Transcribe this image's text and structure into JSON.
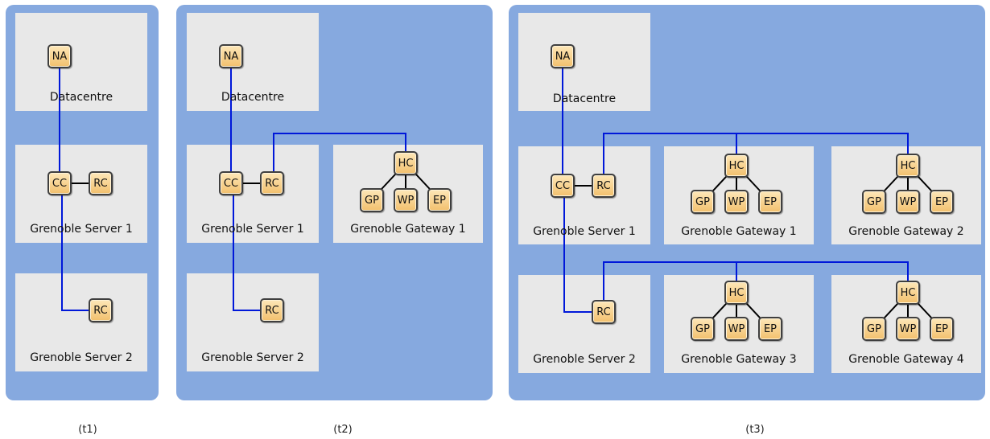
{
  "captions": {
    "t1": "(t1)",
    "t2": "(t2)",
    "t3": "(t3)"
  },
  "labels": {
    "datacentre": "Datacentre",
    "server1": "Grenoble Server 1",
    "server2": "Grenoble Server 2",
    "gateway1": "Grenoble Gateway 1",
    "gateway2": "Grenoble Gateway 2",
    "gateway3": "Grenoble Gateway 3",
    "gateway4": "Grenoble Gateway 4"
  },
  "nodes": {
    "na": "NA",
    "cc": "CC",
    "rc": "RC",
    "hc": "HC",
    "gp": "GP",
    "wp": "WP",
    "ep": "EP"
  },
  "colors": {
    "panel": "#86a9df",
    "box": "#e8e8e8",
    "link_blue": "#0018d9",
    "link_black": "#000000"
  }
}
